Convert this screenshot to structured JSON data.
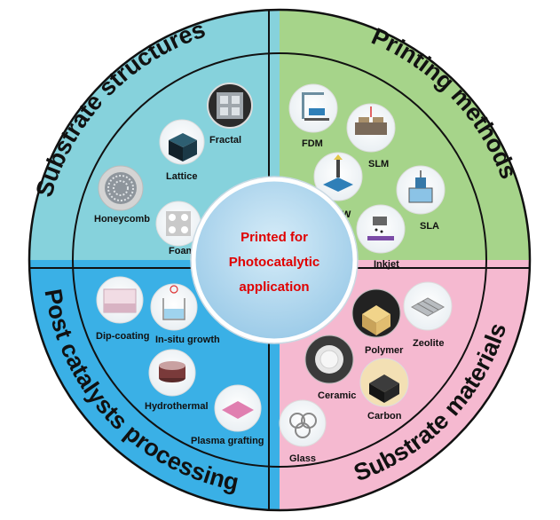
{
  "center": {
    "line1": "Printed for",
    "line2": "Photocatalytic",
    "line3": "application",
    "text_color": "#e00000"
  },
  "quadrants": {
    "substrate_structures": {
      "title": "Substrate structures",
      "color": "#86d2dc",
      "items": [
        "Fractal",
        "Lattice",
        "Honeycomb",
        "Foam"
      ]
    },
    "printing_methods": {
      "title": "Printing methods",
      "color": "#a6d48a",
      "items": [
        "FDM",
        "SLM",
        "DIW",
        "SLA",
        "Inkjet"
      ]
    },
    "post_catalysts_processing": {
      "title": "Post catalysts processing",
      "color": "#3ab0e6",
      "items": [
        "Dip-coating",
        "In-situ growth",
        "Hydrothermal",
        "Plasma grafting"
      ]
    },
    "substrate_materials": {
      "title": "Substrate materials",
      "color": "#f5b9d0",
      "items": [
        "Polymer",
        "Zeolite",
        "Ceramic",
        "Carbon",
        "Glass"
      ]
    }
  },
  "colors": {
    "ring_stroke": "#111111",
    "center_fill": "#a9d4ee"
  }
}
